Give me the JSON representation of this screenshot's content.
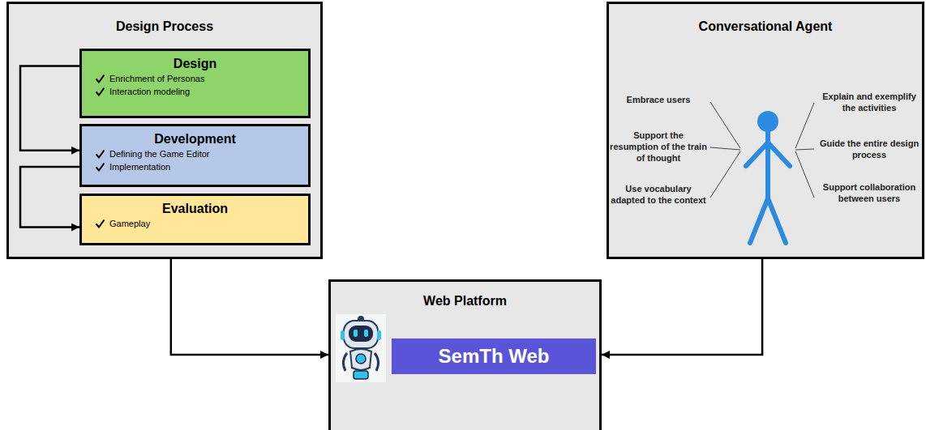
{
  "diagram": {
    "nodes": [
      {
        "text": [
          "Design Process"
        ]
      },
      {
        "text": [
          "Design",
          "Enrichment of Personas",
          "Interaction modeling"
        ],
        "in": 0
      },
      {
        "text": [
          "Development",
          "Defining the Game Editor",
          "Implementation"
        ],
        "in": 0
      },
      {
        "text": [
          "Evaluation",
          "Gameplay"
        ],
        "in": 0
      },
      {
        "text": [
          "Conversational Agent"
        ]
      },
      {
        "text": [
          "Web Platform"
        ]
      },
      {
        "text": [
          "SemTh Web"
        ],
        "in": 5
      }
    ],
    "edges": [
      {
        "from": 1,
        "to": 2,
        "arrow": "to"
      },
      {
        "from": 2,
        "to": 3,
        "arrow": "to"
      },
      {
        "from": 0,
        "to": 5,
        "arrow": "to"
      },
      {
        "from": 4,
        "to": 5,
        "arrow": "to"
      }
    ],
    "labels": [
      "Embrace users",
      "Explain and exemplify the activities",
      "Support the resumption of the train of thought",
      "Guide the entire design process",
      "Use vocabulary adapted to the context",
      "Support collaboration between users"
    ]
  }
}
